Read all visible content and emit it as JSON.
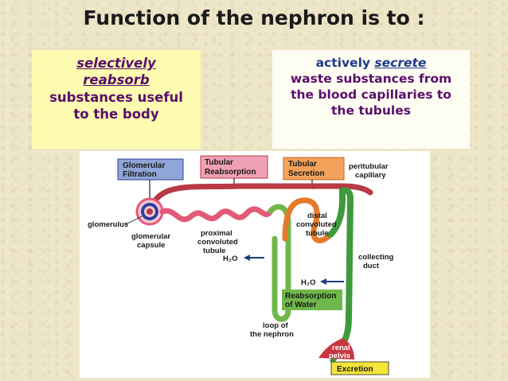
{
  "title": "Function of the nephron is to :",
  "left_box": {
    "line1": "selectively",
    "line2": "reabsorb",
    "line3": "substances useful",
    "line4": "to the body"
  },
  "right_box": {
    "line1_plain": "actively ",
    "line1_italic": "secrete",
    "line2": "waste substances from",
    "line3": "the blood capillaries to",
    "line4": "the tubules"
  },
  "diagram": {
    "header_glomerular": [
      "Glomerular",
      "Filtration"
    ],
    "header_reabsorption": [
      "Tubular",
      "Reabsorption"
    ],
    "header_secretion": [
      "Tubular",
      "Secretion"
    ],
    "peritubular": [
      "peritubular",
      "capillary"
    ],
    "glomerulus": "glomerulus",
    "glomerular_capsule": [
      "glomerular",
      "capsule"
    ],
    "proximal": [
      "proximal",
      "convoluted",
      "tubule"
    ],
    "h2o_left": "H₂O",
    "h2o_right": "H₂O",
    "distal": [
      "distal",
      "convoluted",
      "tubule"
    ],
    "collecting": [
      "collecting",
      "duct"
    ],
    "reabsorption_water": [
      "Reabsorption",
      "of Water"
    ],
    "loop": [
      "loop of",
      "the nephron"
    ],
    "renal_pelvis": [
      "renal",
      "pelvis"
    ],
    "excretion": "Excretion",
    "colors": {
      "glomerular": "#2e3f9e",
      "tubule": "#e15a78",
      "capillary": "#b83a45",
      "distal": "#e47a2a",
      "collecting": "#3f9a3b",
      "excretion": "#f3e53a"
    }
  }
}
